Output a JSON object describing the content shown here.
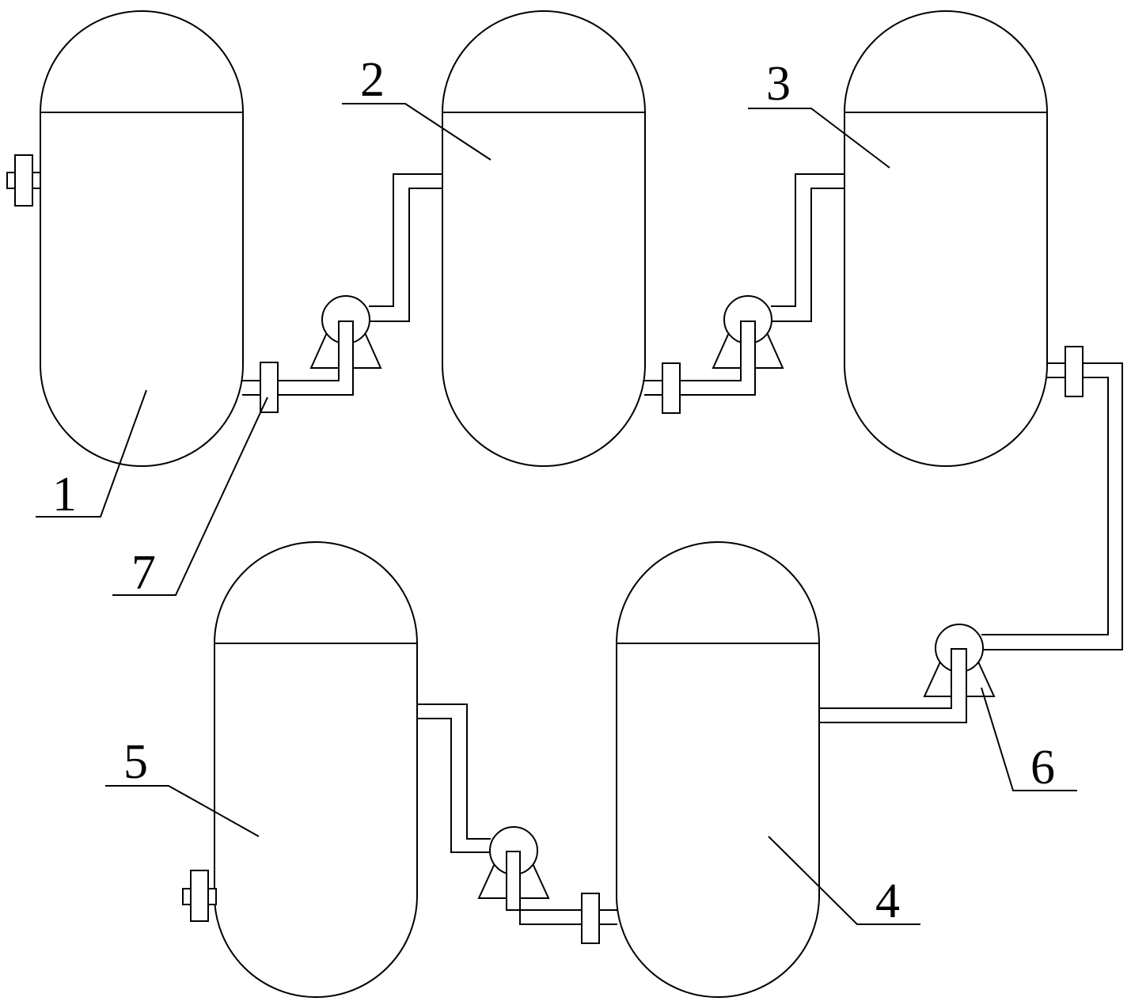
{
  "colors": {
    "line": "#000000",
    "background": "#ffffff"
  },
  "callouts": {
    "tank1": "1",
    "tank2": "2",
    "tank3": "3",
    "tank4": "4",
    "tank5": "5",
    "pump6": "6",
    "valve7": "7"
  }
}
